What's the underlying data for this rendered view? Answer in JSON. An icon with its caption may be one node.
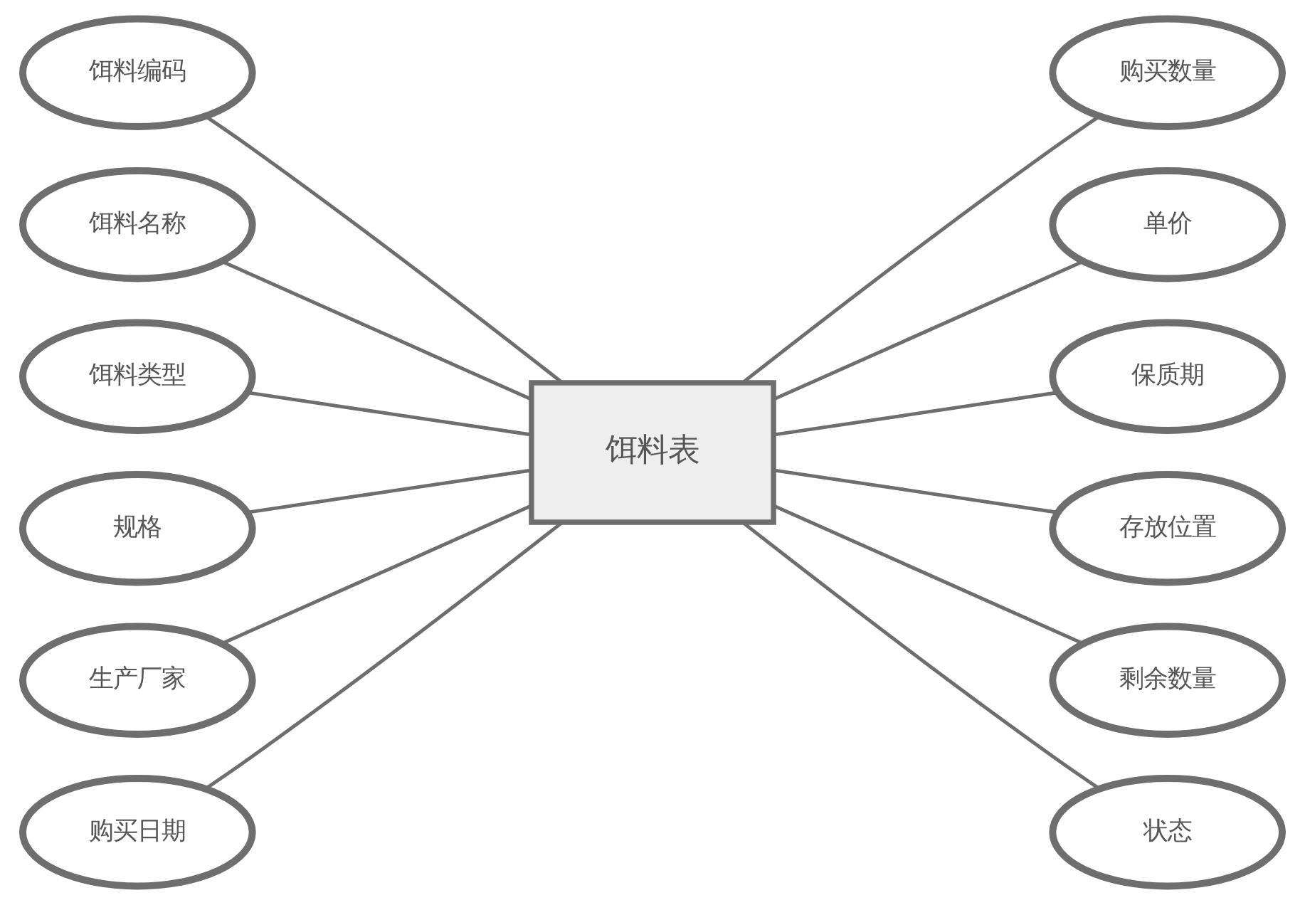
{
  "diagram": {
    "nodes": [
      {
        "text": [
          "饵料编码"
        ]
      },
      {
        "text": [
          "饵料名称"
        ]
      },
      {
        "text": [
          "饵料类型"
        ]
      },
      {
        "text": [
          "规格"
        ]
      },
      {
        "text": [
          "生产厂家"
        ]
      },
      {
        "text": [
          "购买日期"
        ]
      },
      {
        "text": [
          "饵料表"
        ]
      },
      {
        "text": [
          "购买数量"
        ]
      },
      {
        "text": [
          "单价"
        ]
      },
      {
        "text": [
          "保质期"
        ]
      },
      {
        "text": [
          "存放位置"
        ]
      },
      {
        "text": [
          "剩余数量"
        ]
      },
      {
        "text": [
          "状态"
        ]
      }
    ],
    "edges": [
      {
        "from": 0,
        "to": 6,
        "arrow": "none"
      },
      {
        "from": 1,
        "to": 6,
        "arrow": "none"
      },
      {
        "from": 2,
        "to": 6,
        "arrow": "none"
      },
      {
        "from": 3,
        "to": 6,
        "arrow": "none"
      },
      {
        "from": 4,
        "to": 6,
        "arrow": "none"
      },
      {
        "from": 5,
        "to": 6,
        "arrow": "none"
      },
      {
        "from": 6,
        "to": 7,
        "arrow": "none"
      },
      {
        "from": 6,
        "to": 8,
        "arrow": "none"
      },
      {
        "from": 6,
        "to": 9,
        "arrow": "none"
      },
      {
        "from": 6,
        "to": 10,
        "arrow": "none"
      },
      {
        "from": 6,
        "to": 11,
        "arrow": "none"
      },
      {
        "from": 6,
        "to": 12,
        "arrow": "none"
      }
    ]
  }
}
